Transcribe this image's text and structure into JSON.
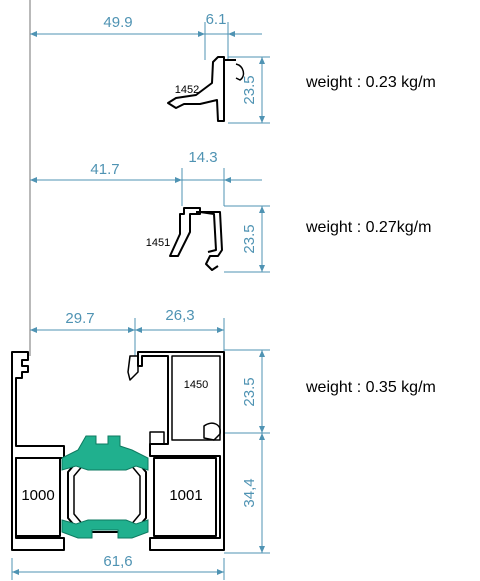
{
  "profiles": [
    {
      "part_no": "1452",
      "weight": "weight : 0.23 kg/m",
      "dims": {
        "left_width": "49.9",
        "right_width": "6.1",
        "height": "23.5"
      }
    },
    {
      "part_no": "1451",
      "weight": "weight : 0.27kg/m",
      "dims": {
        "left_width": "41.7",
        "right_width": "14.3",
        "height": "23.5"
      }
    },
    {
      "part_no": "1450",
      "weight": "weight : 0.35 kg/m",
      "dims": {
        "left_width": "29.7",
        "right_width": "26,3",
        "height_top": "23.5",
        "height_bottom": "34,4",
        "total_width": "61,6"
      },
      "chambers": {
        "left": "1000",
        "right": "1001"
      }
    }
  ],
  "colors": {
    "dimension": "#4f93b3",
    "gasket": "#20b08e",
    "profile": "#000000"
  }
}
